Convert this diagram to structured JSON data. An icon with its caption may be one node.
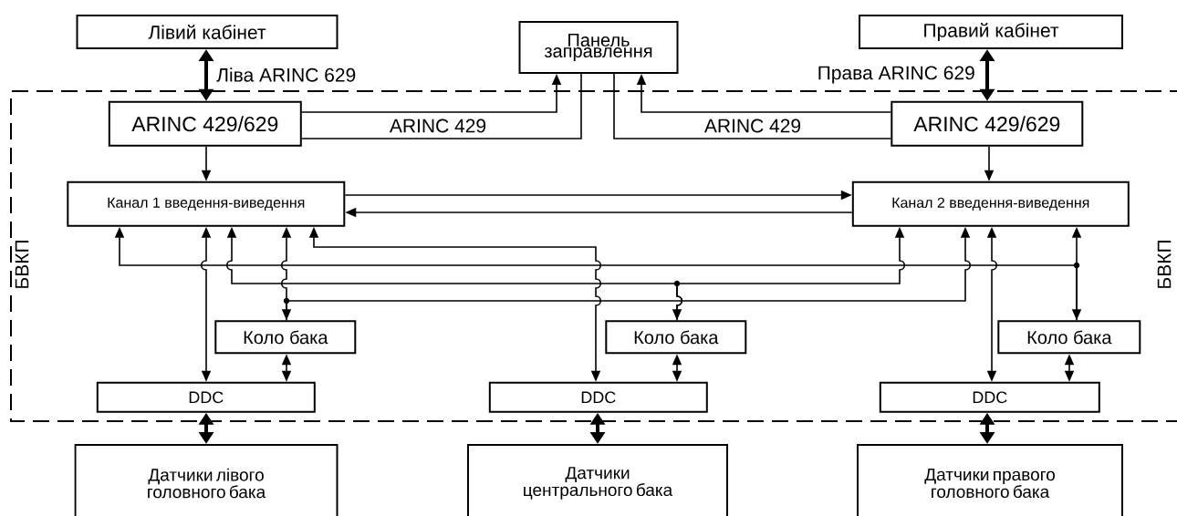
{
  "diagram": {
    "nodes": [
      {
        "text": [
          "Лівий кабінет"
        ]
      },
      {
        "text": [
          "Панель заправлення"
        ]
      },
      {
        "text": [
          "Правий кабінет"
        ]
      },
      {
        "text": [
          "БВКП",
          "БВКП"
        ]
      },
      {
        "text": [
          "ARINC 429/629"
        ],
        "in": 3
      },
      {
        "text": [
          "ARINC 429/629"
        ],
        "in": 3
      },
      {
        "text": [
          "Канал 1 введення-виведення"
        ],
        "in": 3
      },
      {
        "text": [
          "Канал 2 введення-виведення"
        ],
        "in": 3
      },
      {
        "text": [
          "Коло бака"
        ],
        "in": 3
      },
      {
        "text": [
          "Коло бака"
        ],
        "in": 3
      },
      {
        "text": [
          "Коло бака"
        ],
        "in": 3
      },
      {
        "text": [
          "DDC"
        ],
        "in": 3
      },
      {
        "text": [
          "DDC"
        ],
        "in": 3
      },
      {
        "text": [
          "DDC"
        ],
        "in": 3
      },
      {
        "text": [
          "Датчики лівого головного бака"
        ]
      },
      {
        "text": [
          "Датчики центрального бака"
        ]
      },
      {
        "text": [
          "Датчики правого головного бака"
        ]
      }
    ],
    "edges": [
      {
        "from": 0,
        "to": 4,
        "arrow": "both",
        "style": "thick",
        "label": "Ліва ARINC 629"
      },
      {
        "from": 2,
        "to": 5,
        "arrow": "both",
        "style": "thick",
        "label": "Права ARINC 629"
      },
      {
        "from": 4,
        "to": 1,
        "arrow": "to",
        "label": "ARINC 429"
      },
      {
        "from": 1,
        "to": 4,
        "arrow": "none"
      },
      {
        "from": 5,
        "to": 1,
        "arrow": "to",
        "label": "ARINC 429"
      },
      {
        "from": 1,
        "to": 5,
        "arrow": "none"
      },
      {
        "from": 4,
        "to": 6,
        "arrow": "to"
      },
      {
        "from": 5,
        "to": 7,
        "arrow": "to"
      },
      {
        "from": 6,
        "to": 7,
        "arrow": "to"
      },
      {
        "from": 7,
        "to": 6,
        "arrow": "to"
      },
      {
        "from": 6,
        "to": 11,
        "arrow": "both"
      },
      {
        "from": 6,
        "to": 12,
        "arrow": "both"
      },
      {
        "from": 7,
        "to": 13,
        "arrow": "both"
      },
      {
        "from": 8,
        "to": 6,
        "arrow": "both"
      },
      {
        "from": 8,
        "to": 7,
        "arrow": "to"
      },
      {
        "from": 9,
        "to": 6,
        "arrow": "both"
      },
      {
        "from": 9,
        "to": 7,
        "arrow": "to"
      },
      {
        "from": 10,
        "to": 7,
        "arrow": "both"
      },
      {
        "from": 10,
        "to": 6,
        "arrow": "to"
      },
      {
        "from": 8,
        "to": 11,
        "arrow": "both"
      },
      {
        "from": 9,
        "to": 12,
        "arrow": "both"
      },
      {
        "from": 10,
        "to": 13,
        "arrow": "both"
      },
      {
        "from": 11,
        "to": 14,
        "arrow": "both",
        "style": "thick"
      },
      {
        "from": 12,
        "to": 15,
        "arrow": "both",
        "style": "thick"
      },
      {
        "from": 13,
        "to": 16,
        "arrow": "both",
        "style": "thick"
      }
    ]
  }
}
